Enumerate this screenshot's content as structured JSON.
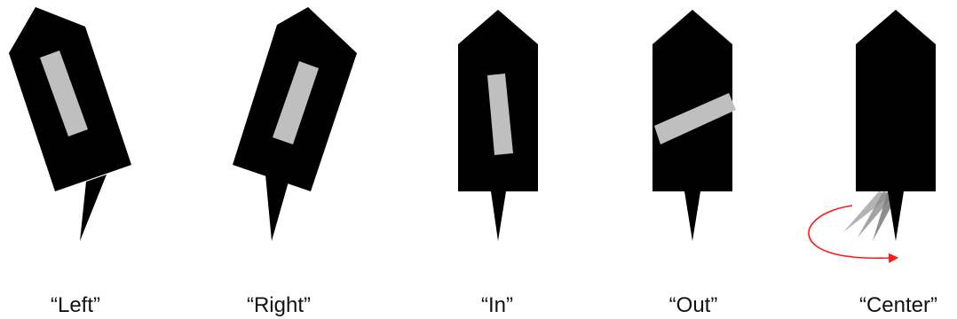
{
  "figures": [
    {
      "id": "left",
      "label": "“Left”"
    },
    {
      "id": "right",
      "label": "“Right”"
    },
    {
      "id": "in",
      "label": "“In”"
    },
    {
      "id": "out",
      "label": "“Out”"
    },
    {
      "id": "center",
      "label": "“Center”"
    }
  ],
  "colors": {
    "body": "#000000",
    "panel": "#bfbfbf",
    "ghost_tip": "#999999",
    "arrow": "#ff1a1a"
  },
  "icons": {
    "marker": "pencil-marker-icon",
    "panel": "bar-panel-icon",
    "arrow": "curved-red-arrow-icon"
  }
}
